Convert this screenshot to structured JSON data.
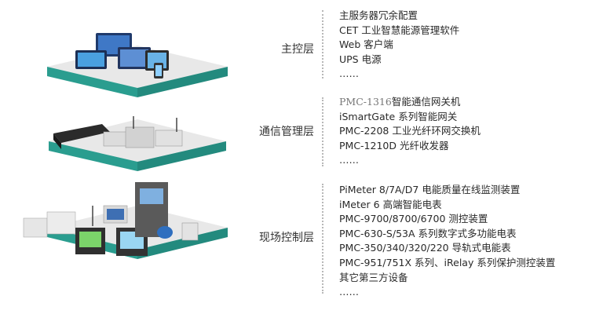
{
  "tiers": [
    {
      "label": "主控层",
      "items": [
        "主服务器冗余配置",
        "CET 工业智慧能源管理软件",
        "Web 客户端",
        "UPS 电源",
        "……"
      ]
    },
    {
      "label": "通信管理层",
      "items_head_code": "PMC-1316",
      "items_head_rest": "智能通信网关机",
      "items": [
        "iSmartGate 系列智能网关",
        "PMC-2208 工业光纤环网交换机",
        "PMC-1210D 光纤收发器",
        "……"
      ]
    },
    {
      "label": "现场控制层",
      "items": [
        "PiMeter 8/7A/D7 电能质量在线监测装置",
        "iMeter 6 高端智能电表",
        "PMC-9700/8700/6700 测控装置",
        "PMC-630-S/53A 系列数字式多功能电表",
        "PMC-350/340/320/220 导轨式电能表",
        "PMC-951/751X 系列、iRelay 系列保护测控装置",
        "其它第三方设备",
        "……"
      ]
    }
  ],
  "colors": {
    "platform_top": "#e4e4e4",
    "platform_band": "#2a9d8f",
    "separator": "#b8b8b8"
  }
}
